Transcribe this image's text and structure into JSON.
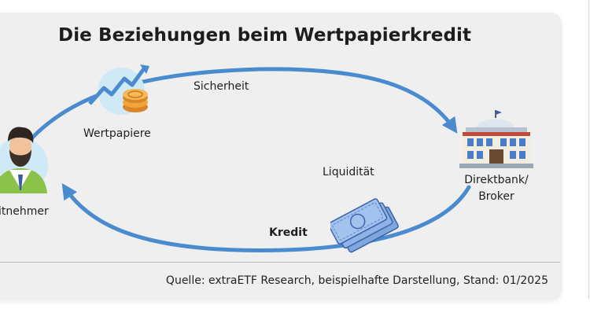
{
  "title": "Die Beziehungen beim Wertpapierkredit",
  "nodes": {
    "borrower": {
      "label": "itnehmer"
    },
    "securities": {
      "label": "Wertpapiere"
    },
    "bank": {
      "line1": "Direktbank/",
      "line2": "Broker"
    }
  },
  "flows": {
    "top_label": "Sicherheit",
    "liquidity_label": "Liquidität",
    "credit_label": "Kredit"
  },
  "source": "Quelle: extraETF Research, beispielhafte Darstellung, Stand: 01/2025",
  "colors": {
    "arrow": "#4a8bd0",
    "accent_green": "#8bc34a",
    "coin": "#f3a43a",
    "card": "#efefef"
  },
  "icons": [
    "person-avatar-icon",
    "rising-chart-coins-icon",
    "bank-building-icon",
    "banknotes-icon"
  ]
}
